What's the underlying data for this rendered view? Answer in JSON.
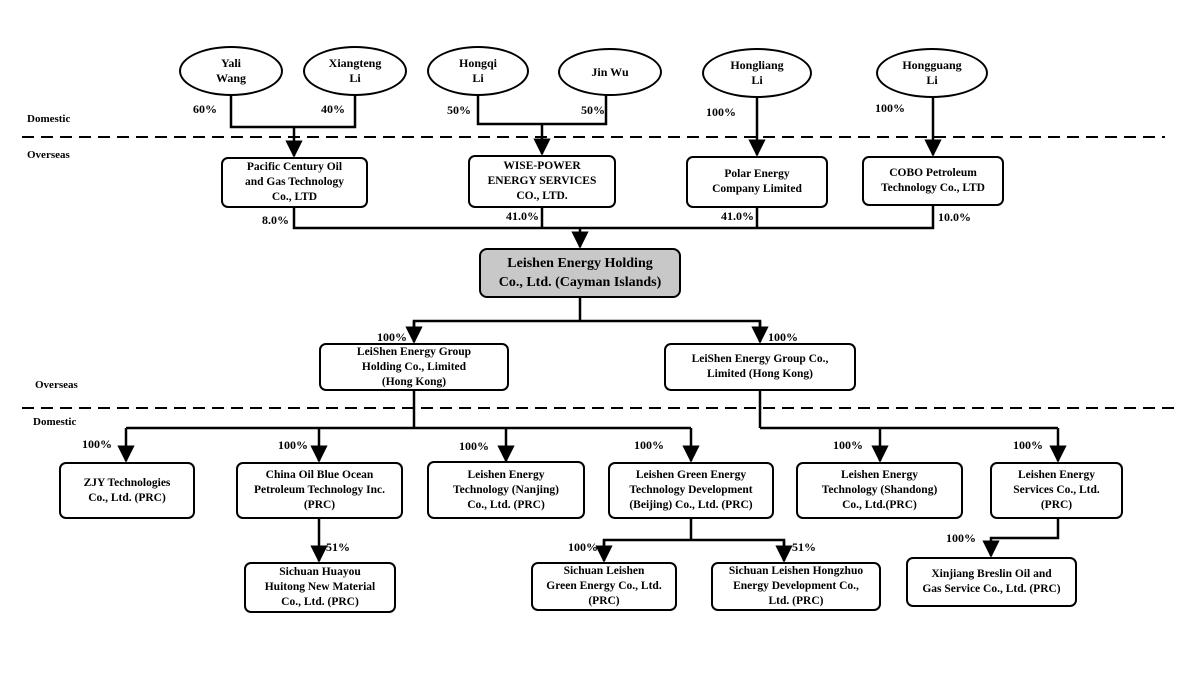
{
  "zones": {
    "domestic_top": "Domestic",
    "overseas_top": "Overseas",
    "overseas_bottom": "Overseas",
    "domestic_bottom": "Domestic"
  },
  "shareholders": [
    {
      "name": "Yali\nWang",
      "pct": "60%"
    },
    {
      "name": "Xiangteng\nLi",
      "pct": "40%"
    },
    {
      "name": "Hongqi\nLi",
      "pct": "50%"
    },
    {
      "name": "Jin Wu",
      "pct": "50%"
    },
    {
      "name": "Hongliang\nLi",
      "pct": "100%"
    },
    {
      "name": "Hongguang\nLi",
      "pct": "100%"
    }
  ],
  "overseas_holders": [
    {
      "name": "Pacific Century Oil\nand Gas Technology\nCo., LTD",
      "pct": "8.0%"
    },
    {
      "name": "WISE-POWER\nENERGY SERVICES\nCO., LTD.",
      "pct": "41.0%"
    },
    {
      "name": "Polar Energy\nCompany Limited",
      "pct": "41.0%"
    },
    {
      "name": "COBO Petroleum\nTechnology Co., LTD",
      "pct": "10.0%"
    }
  ],
  "holding": {
    "name": "Leishen Energy Holding\nCo., Ltd. (Cayman Islands)"
  },
  "hk_subsidiaries": [
    {
      "name": "LeiShen Energy Group\nHolding Co., Limited\n(Hong Kong)",
      "pct": "100%"
    },
    {
      "name": "LeiShen Energy Group Co.,\nLimited (Hong Kong)",
      "pct": "100%"
    }
  ],
  "prc_subsidiaries": [
    {
      "name": "ZJY Technologies\nCo., Ltd. (PRC)",
      "pct": "100%"
    },
    {
      "name": "China Oil Blue Ocean\nPetroleum Technology Inc.\n(PRC)",
      "pct": "100%"
    },
    {
      "name": "Leishen Energy\nTechnology (Nanjing)\nCo., Ltd. (PRC)",
      "pct": "100%"
    },
    {
      "name": "Leishen Green Energy\nTechnology Development\n(Beijing) Co., Ltd. (PRC)",
      "pct": "100%"
    },
    {
      "name": "Leishen Energy\nTechnology (Shandong)\nCo., Ltd.(PRC)",
      "pct": "100%"
    },
    {
      "name": "Leishen Energy\nServices Co., Ltd.\n(PRC)",
      "pct": "100%"
    }
  ],
  "third_level": [
    {
      "name": "Sichuan Huayou\nHuitong New Material\nCo., Ltd. (PRC)",
      "pct": "51%"
    },
    {
      "name": "Sichuan Leishen\nGreen Energy Co., Ltd.\n(PRC)",
      "pct": "100%"
    },
    {
      "name": "Sichuan Leishen Hongzhuo\nEnergy Development Co.,\nLtd. (PRC)",
      "pct": "51%"
    },
    {
      "name": "Xinjiang Breslin Oil and\nGas Service Co., Ltd. (PRC)",
      "pct": "100%"
    }
  ]
}
